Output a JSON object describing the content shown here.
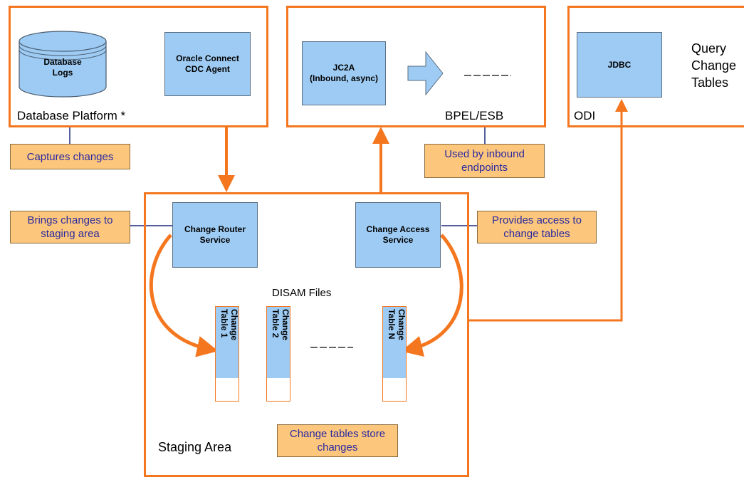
{
  "colors": {
    "frame": "#f4771f",
    "box_fill": "#9ecbf3",
    "note_fill": "#fcc67c",
    "note_text": "#2a2aa0",
    "connector": "#1b2a7a"
  },
  "database_platform": {
    "label": "Database Platform *",
    "database_logs": "Database\nLogs",
    "cdc_agent": "Oracle Connect\nCDC Agent"
  },
  "bpel_esb": {
    "label": "BPEL/ESB",
    "jc2a": "JC2A\n(Inbound, async)"
  },
  "odi": {
    "label": "ODI",
    "jdbc": "JDBC",
    "query_label": "Query\nChange\nTables"
  },
  "staging": {
    "label": "Staging Area",
    "change_router": "Change Router\nService",
    "change_access": "Change Access\nService",
    "disam_label": "DISAM Files",
    "tables": [
      "Change\nTable 1",
      "Change\nTable 2",
      "Change\nTable N"
    ]
  },
  "notes": {
    "captures": "Captures changes",
    "used_by_inbound": "Used by inbound\nendpoints",
    "brings_changes": "Brings changes to\nstaging area",
    "provides_access": "Provides access to\nchange tables",
    "store_changes": "Change tables store\nchanges"
  }
}
